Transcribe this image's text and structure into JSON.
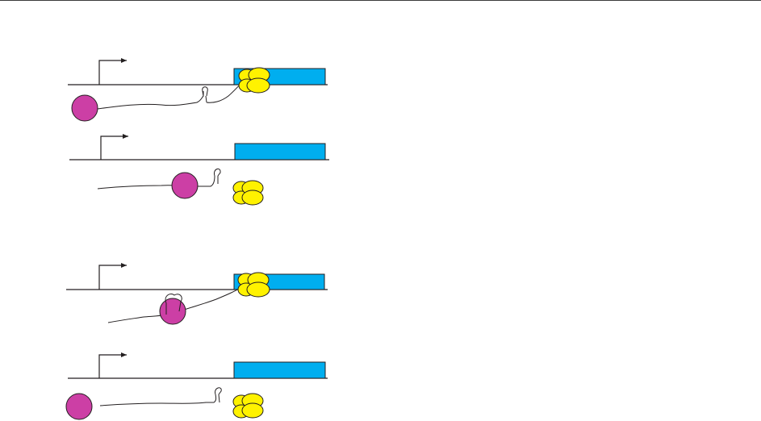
{
  "colors": {
    "gene_box": "#00aeef",
    "ribosome": "#fff200",
    "regulator": "#cc3fa5",
    "line": "#231f20",
    "top_rule": "#3a3a3a"
  },
  "icons": {
    "promoter": "promoter-arrow-icon",
    "ribosome": "ribosome-icon",
    "regulator": "regulator-protein-icon",
    "hairpin": "rna-hairpin-icon"
  },
  "panels": [
    {
      "id": "panel-1",
      "ribosome_bound": true,
      "regulator_bound": false
    },
    {
      "id": "panel-2",
      "ribosome_bound": false,
      "regulator_bound": true
    },
    {
      "id": "panel-3",
      "ribosome_bound": true,
      "regulator_bound": true
    },
    {
      "id": "panel-4",
      "ribosome_bound": false,
      "regulator_bound": false
    }
  ]
}
